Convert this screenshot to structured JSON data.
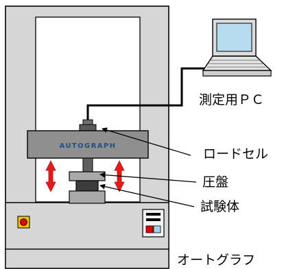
{
  "labels": {
    "pc": "測定用ＰＣ",
    "load_cell": "ロードセル",
    "platen": "圧盤",
    "specimen": "試験体",
    "machine": "オートグラフ"
  },
  "crosshead_brand": "AUTOGRAPH"
}
